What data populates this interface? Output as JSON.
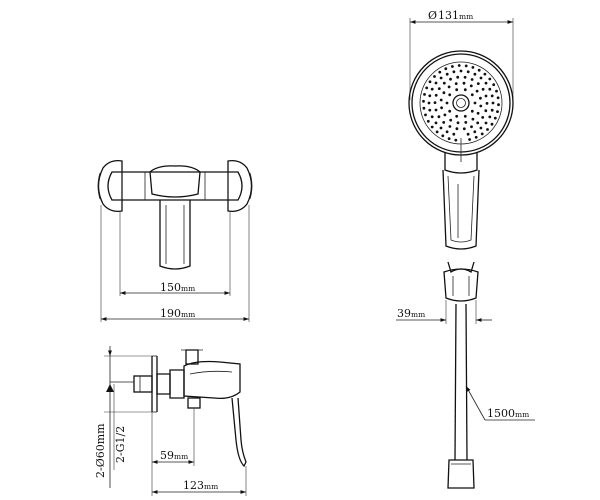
{
  "dimensions": {
    "head_diameter": {
      "value": "131",
      "unit": "mm"
    },
    "holder_width": {
      "value": "39",
      "unit": "mm"
    },
    "hose_length": {
      "value": "1500",
      "unit": "mm"
    },
    "inlet_spacing": {
      "value": "150",
      "unit": "mm"
    },
    "overall_width": {
      "value": "190",
      "unit": "mm"
    },
    "wall_to_outlet": {
      "value": "59",
      "unit": "mm"
    },
    "overall_depth": {
      "value": "123",
      "unit": "mm"
    },
    "escutcheon_diameter": "2-Ø60mm",
    "inlet_thread": "2-G1/2"
  }
}
